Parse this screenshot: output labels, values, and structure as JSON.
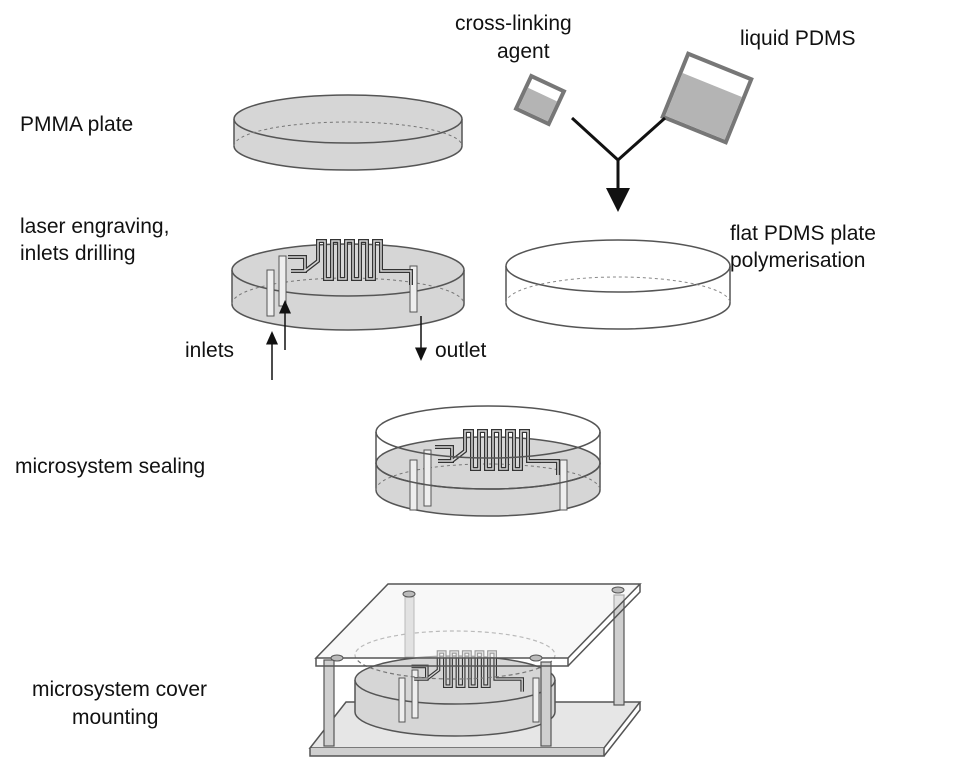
{
  "labels": {
    "cross_linking_1": "cross-linking",
    "cross_linking_2": "agent",
    "liquid_pdms": "liquid PDMS",
    "pmma_plate": "PMMA plate",
    "laser_1": "laser engraving,",
    "laser_2": "inlets drilling",
    "flat_pdms_1": "flat PDMS plate",
    "flat_pdms_2": "polymerisation",
    "inlets": "inlets",
    "outlet": "outlet",
    "sealing": "microsystem sealing",
    "cover_1": "microsystem cover",
    "cover_2": "mounting"
  },
  "colors": {
    "pmma_fill": "#d6d6d6",
    "stroke": "#555555",
    "beaker_fill": "#b4b4b4"
  }
}
